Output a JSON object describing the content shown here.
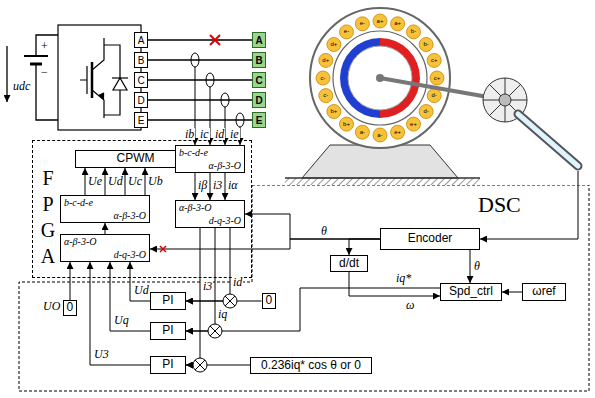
{
  "diagram": {
    "nodes": [
      {
        "text": [
          "A"
        ]
      },
      {
        "text": [
          "B"
        ]
      },
      {
        "text": [
          "C"
        ]
      },
      {
        "text": [
          "D"
        ]
      },
      {
        "text": [
          "E"
        ]
      },
      {
        "text": [
          "A"
        ]
      },
      {
        "text": [
          "B"
        ]
      },
      {
        "text": [
          "C"
        ]
      },
      {
        "text": [
          "D"
        ]
      },
      {
        "text": [
          "E"
        ]
      },
      {
        "text": [
          "F P G A"
        ]
      },
      {
        "text": [
          "CPWM"
        ],
        "in": 10
      },
      {
        "text": [
          "b-c-d-e",
          "α-β-3-O"
        ],
        "in": 10
      },
      {
        "text": [
          "α-β-3-O",
          "d-q-3-O"
        ],
        "in": 10
      },
      {
        "text": [
          "b-c-d-e",
          "α-β-3-O"
        ],
        "in": 10
      },
      {
        "text": [
          "α-β-3-O",
          "d-q-3-O"
        ],
        "in": 10
      },
      {
        "text": [
          "DSC"
        ]
      },
      {
        "text": [
          "Encoder"
        ],
        "in": 16
      },
      {
        "text": [
          "d/dt"
        ],
        "in": 16
      },
      {
        "text": [
          "Spd_ctrl"
        ],
        "in": 16
      },
      {
        "text": [
          "ωref"
        ],
        "in": 16
      },
      {
        "text": [
          "PI"
        ],
        "in": 16
      },
      {
        "text": [
          "PI"
        ],
        "in": 16
      },
      {
        "text": [
          "PI"
        ],
        "in": 16
      },
      {
        "text": [
          "0"
        ],
        "in": 16
      },
      {
        "text": [
          "0"
        ],
        "in": 16
      },
      {
        "text": [
          "0.236iq* cos θ or 0"
        ],
        "in": 16
      }
    ],
    "edges": [
      {
        "from": 0,
        "to": 5,
        "arrow": "none"
      },
      {
        "from": 1,
        "to": 6,
        "arrow": "none"
      },
      {
        "from": 2,
        "to": 7,
        "arrow": "none"
      },
      {
        "from": 3,
        "to": 8,
        "arrow": "none"
      },
      {
        "from": 4,
        "to": 9,
        "arrow": "none"
      },
      {
        "from": 12,
        "to": 11,
        "arrow": "to"
      },
      {
        "from": 13,
        "to": 12,
        "arrow": "to"
      },
      {
        "from": 14,
        "to": 15,
        "arrow": "to"
      },
      {
        "from": 17,
        "to": 15,
        "arrow": "to"
      },
      {
        "from": 17,
        "to": 13,
        "arrow": "to"
      },
      {
        "from": 17,
        "to": 18,
        "arrow": "to"
      },
      {
        "from": 18,
        "to": 19,
        "arrow": "to"
      },
      {
        "from": 17,
        "to": 19,
        "arrow": "to"
      },
      {
        "from": 20,
        "to": 19,
        "arrow": "to"
      },
      {
        "from": 21,
        "to": 13,
        "arrow": "to"
      },
      {
        "from": 22,
        "to": 13,
        "arrow": "to"
      },
      {
        "from": 23,
        "to": 13,
        "arrow": "to"
      },
      {
        "from": 24,
        "to": 13,
        "arrow": "to"
      },
      {
        "from": 25,
        "to": 21,
        "arrow": "to"
      },
      {
        "from": 15,
        "to": 21,
        "arrow": "to"
      },
      {
        "from": 15,
        "to": 22,
        "arrow": "to"
      },
      {
        "from": 19,
        "to": 22,
        "arrow": "to"
      },
      {
        "from": 15,
        "to": 23,
        "arrow": "to"
      },
      {
        "from": 26,
        "to": 23,
        "arrow": "to"
      }
    ],
    "labels": [
      "udc",
      "+",
      "−",
      "ib",
      "ic",
      "id",
      "ie",
      "Ue",
      "Ud",
      "Uc",
      "Ub",
      "iβ",
      "i3",
      "iα",
      "θ",
      "θ",
      "ω",
      "iq*",
      "id",
      "iq",
      "i3",
      "Ud",
      "Uq",
      "U3",
      "UO",
      "a+",
      "a+",
      "b-",
      "b-",
      "c+",
      "c+",
      "d-",
      "d-",
      "e+",
      "e+",
      "a-",
      "a-",
      "b+",
      "b+",
      "c-",
      "c-",
      "d+",
      "d+",
      "e-",
      "e-"
    ]
  }
}
